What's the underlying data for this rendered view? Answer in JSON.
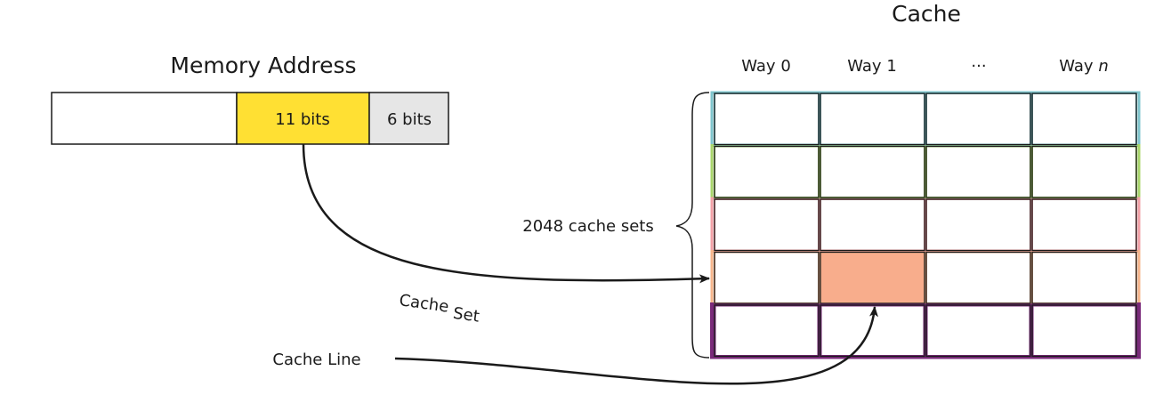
{
  "memory_address": {
    "title": "Memory Address",
    "fields": [
      {
        "label": "",
        "color": "#ffffff"
      },
      {
        "label": "11 bits",
        "color": "#ffe033"
      },
      {
        "label": "6 bits",
        "color": "#e6e6e6"
      }
    ]
  },
  "cache": {
    "title": "Cache",
    "ways": [
      {
        "prefix": "Way",
        "index": "0"
      },
      {
        "prefix": "Way",
        "index": "1"
      },
      {
        "prefix": "",
        "index": "···"
      },
      {
        "prefix": "Way",
        "index": "n"
      }
    ],
    "set_colors": [
      "#7ec4cc",
      "#a8d56a",
      "#f2a0a6",
      "#f6b48a",
      "#7a2a7a"
    ],
    "highlight_color": "#f8ad8c",
    "sets_label": "2048 cache sets",
    "set_label": {
      "main": "Cache",
      "sub": "Set"
    },
    "line_label": "Cache Line"
  }
}
